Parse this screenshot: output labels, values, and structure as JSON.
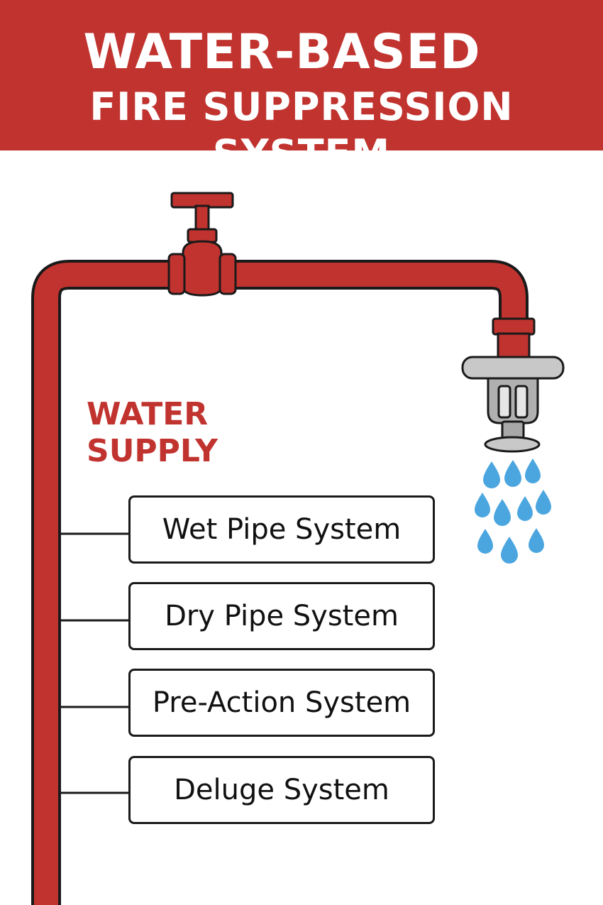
{
  "title": {
    "line1": "WATER-BASED",
    "line2": "FIRE SUPPRESSION SYSTEM"
  },
  "water_supply_label": {
    "line1": "WATER",
    "line2": "SUPPLY"
  },
  "systems": [
    "Wet Pipe System",
    "Dry Pipe System",
    "Pre-Action System",
    "Deluge System"
  ],
  "colors": {
    "banner": "#c1332f",
    "pipe": "#c1332f",
    "outline": "#1a1a1a",
    "water_drop": "#4ba6e0",
    "sprinkler_metal": "#b8b8b8"
  },
  "icons": [
    "valve-icon",
    "sprinkler-head-icon",
    "water-drop-icon"
  ]
}
